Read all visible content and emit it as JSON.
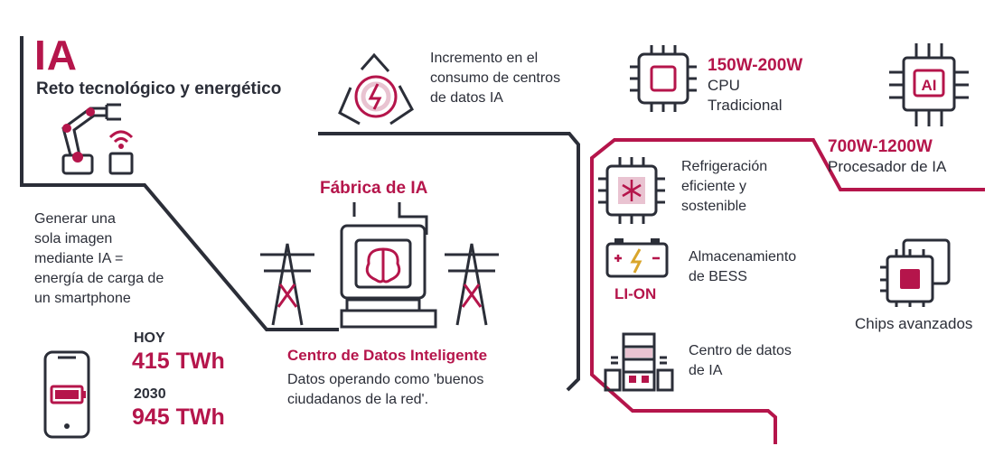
{
  "header": {
    "title": "IA",
    "subtitle": "Reto tecnológico y energético"
  },
  "left": {
    "description": "Generar una sola imagen mediante IA = energía de carga de un smartphone",
    "description_lines": [
      "Generar una",
      "sola imagen",
      "mediante IA =",
      "energía de carga de",
      "un smartphone"
    ],
    "today_label": "HOY",
    "today_value": "415 TWh",
    "future_label": "2030",
    "future_value": "945 TWh"
  },
  "center": {
    "increase_lines": [
      "Incremento en el",
      "consumo de centros",
      "de datos IA"
    ],
    "factory_title": "Fábrica de IA",
    "datacenter_title": "Centro de Datos Inteligente",
    "datacenter_desc_lines": [
      "Datos operando como 'buenos",
      "ciudadanos de la red'."
    ]
  },
  "right": {
    "cpu_watts": "150W-200W",
    "cpu_label_lines": [
      "CPU",
      "Tradicional"
    ],
    "ai_watts": "700W-1200W",
    "ai_label": "Procesador de IA",
    "ai_chip_text": "AI",
    "cooling_lines": [
      "Refrigeración",
      "eficiente y",
      "sostenible"
    ],
    "battery_tag": "LI-ON",
    "storage_lines": [
      "Almacenamiento",
      "de BESS"
    ],
    "dc_lines": [
      "Centro de datos",
      "de IA"
    ],
    "chips_label": "Chips avanzados"
  },
  "colors": {
    "accent": "#b5154b",
    "dark": "#2b2e38",
    "soft": "#e9c3d1"
  },
  "icons": [
    "robot-arm-icon",
    "wifi-icon",
    "recycle-energy-icon",
    "cpu-chip-icon",
    "ai-chip-icon",
    "power-tower-icon",
    "factory-brain-icon",
    "smartphone-battery-icon",
    "cooling-chip-icon",
    "battery-icon",
    "server-rack-icon",
    "advanced-chips-icon"
  ]
}
